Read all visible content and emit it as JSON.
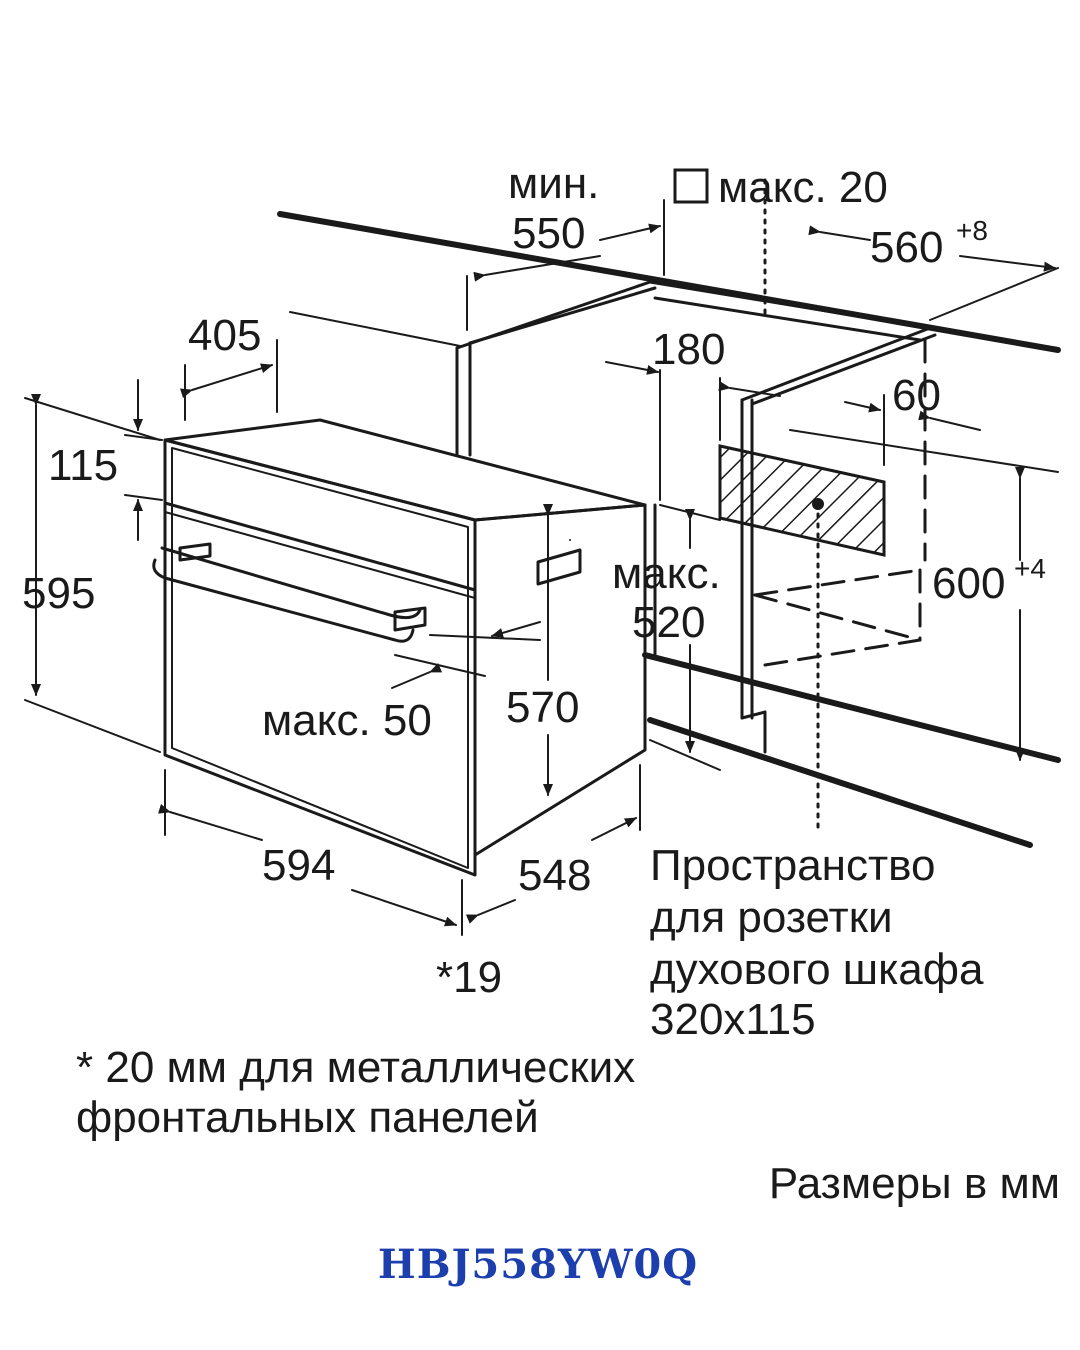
{
  "labels": {
    "min_word": "мин.",
    "min_depth": "550",
    "max_edge": "макс. 20",
    "niche_width": "560",
    "niche_width_tol": "+8",
    "depth_405": "405",
    "gap_180": "180",
    "gap_60": "60",
    "top_115": "115",
    "height_595": "595",
    "max_word": "макс.",
    "max_520": "520",
    "niche_height": "600",
    "niche_height_tol": "+4",
    "max_50": "макс. 50",
    "height_570": "570",
    "width_594": "594",
    "depth_548": "548",
    "front_19": "*19"
  },
  "socket_note": {
    "line1": "Пространство",
    "line2": "для розетки",
    "line3": "духового шкафа",
    "line4": "320x115"
  },
  "footnote": {
    "line1": "* 20 мм для металлических",
    "line2": "фронтальных панелей"
  },
  "units": "Размеры в мм",
  "model": "HBJ558YW0Q",
  "colors": {
    "ink": "#1a1a1a",
    "model": "#1d3fae"
  },
  "icons": [
    "square-icon",
    "arrow-icon",
    "hatch-socket-icon"
  ]
}
